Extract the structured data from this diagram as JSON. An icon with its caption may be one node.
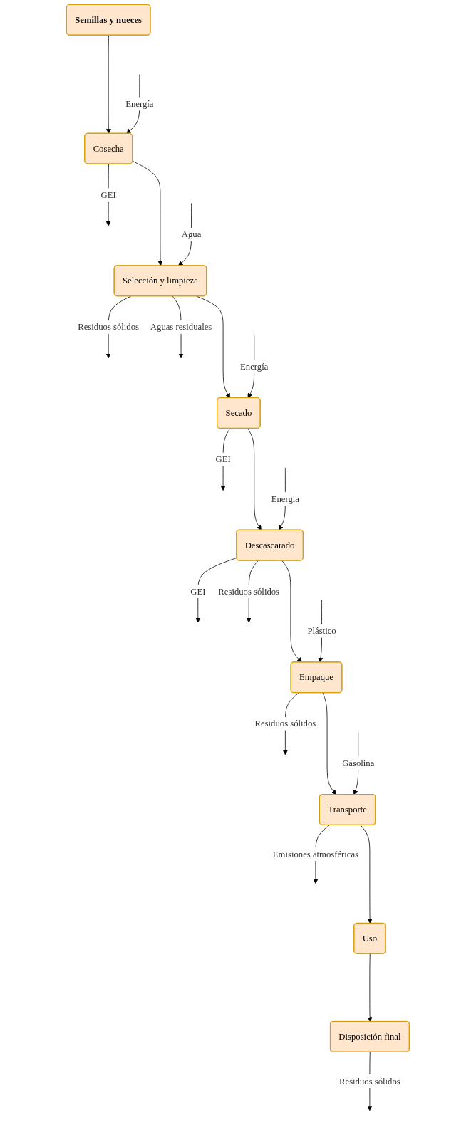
{
  "diagram": {
    "nodes": [
      {
        "text": [
          "Semillas y nueces"
        ]
      },
      {
        "text": [
          "Cosecha"
        ]
      },
      {
        "text": [
          "Selección y limpieza"
        ]
      },
      {
        "text": [
          "Secado"
        ]
      },
      {
        "text": [
          "Descascarado"
        ]
      },
      {
        "text": [
          "Empaque"
        ]
      },
      {
        "text": [
          "Transporte"
        ]
      },
      {
        "text": [
          "Uso"
        ]
      },
      {
        "text": [
          "Disposición final"
        ]
      }
    ],
    "edges": [
      {
        "from": 0,
        "to": 1,
        "arrow": "to"
      },
      {
        "from": null,
        "to": 1,
        "arrow": "to",
        "label": "Energía"
      },
      {
        "from": 1,
        "to": null,
        "arrow": "to",
        "label": "GEI"
      },
      {
        "from": 1,
        "to": 2,
        "arrow": "to"
      },
      {
        "from": null,
        "to": 2,
        "arrow": "to",
        "label": "Agua"
      },
      {
        "from": 2,
        "to": null,
        "arrow": "to",
        "label": "Residuos sólidos"
      },
      {
        "from": 2,
        "to": null,
        "arrow": "to",
        "label": "Aguas residuales"
      },
      {
        "from": 2,
        "to": 3,
        "arrow": "to"
      },
      {
        "from": null,
        "to": 3,
        "arrow": "to",
        "label": "Energía"
      },
      {
        "from": 3,
        "to": null,
        "arrow": "to",
        "label": "GEI"
      },
      {
        "from": 3,
        "to": 4,
        "arrow": "to"
      },
      {
        "from": null,
        "to": 4,
        "arrow": "to",
        "label": "Energía"
      },
      {
        "from": 4,
        "to": null,
        "arrow": "to",
        "label": "GEI"
      },
      {
        "from": 4,
        "to": null,
        "arrow": "to",
        "label": "Residuos sólidos"
      },
      {
        "from": 4,
        "to": 5,
        "arrow": "to"
      },
      {
        "from": null,
        "to": 5,
        "arrow": "to",
        "label": "Plástico"
      },
      {
        "from": 5,
        "to": null,
        "arrow": "to",
        "label": "Residuos sólidos"
      },
      {
        "from": 5,
        "to": 6,
        "arrow": "to"
      },
      {
        "from": null,
        "to": 6,
        "arrow": "to",
        "label": "Gasolina"
      },
      {
        "from": 6,
        "to": null,
        "arrow": "to",
        "label": "Emisiones atmosféricas"
      },
      {
        "from": 6,
        "to": 7,
        "arrow": "to"
      },
      {
        "from": 7,
        "to": 8,
        "arrow": "to"
      },
      {
        "from": 8,
        "to": null,
        "arrow": "to",
        "label": "Residuos sólidos"
      }
    ]
  }
}
